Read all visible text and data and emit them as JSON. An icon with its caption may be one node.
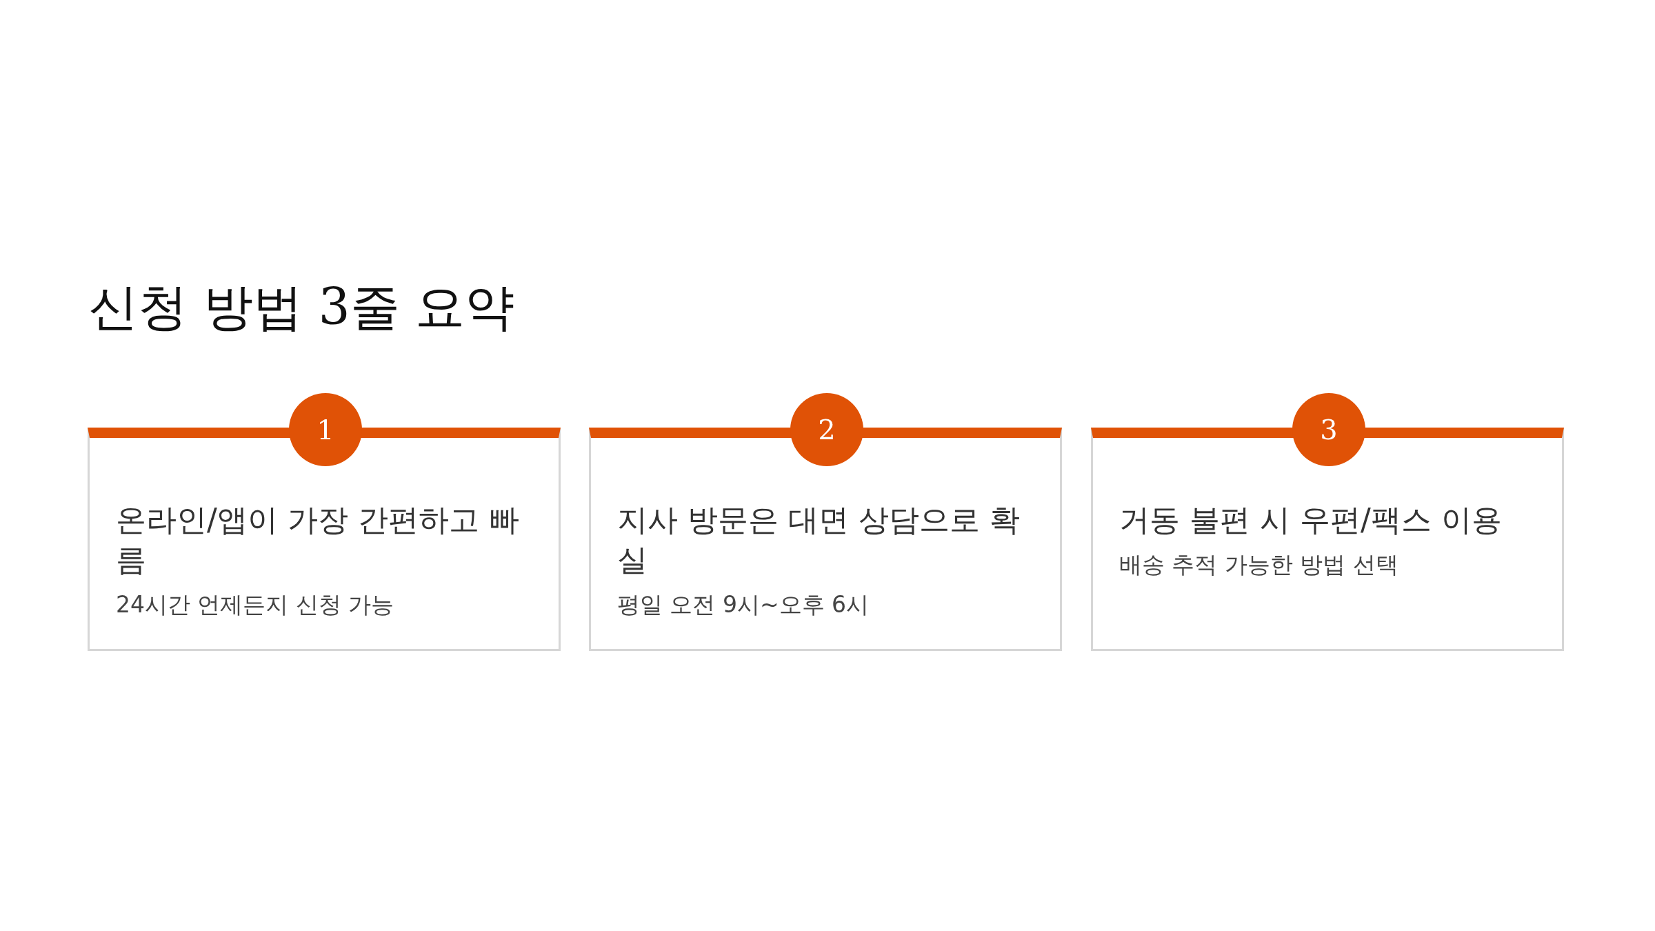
{
  "diagram": {
    "title": "신청 방법 3줄 요약",
    "nodes": [
      {
        "text": [
          "1"
        ]
      },
      {
        "text": [
          "온라인/앱이 가장 간편하고 빠름",
          "24시간 언제든지 신청 가능"
        ]
      },
      {
        "text": [
          "2"
        ]
      },
      {
        "text": [
          "지사 방문은 대면 상담으로 확실",
          "평일 오전 9시~오후 6시"
        ]
      },
      {
        "text": [
          "3"
        ]
      },
      {
        "text": [
          "거동 불편 시 우편/팩스 이용",
          "배송 추적 가능한 방법 선택"
        ]
      }
    ],
    "edges": []
  }
}
